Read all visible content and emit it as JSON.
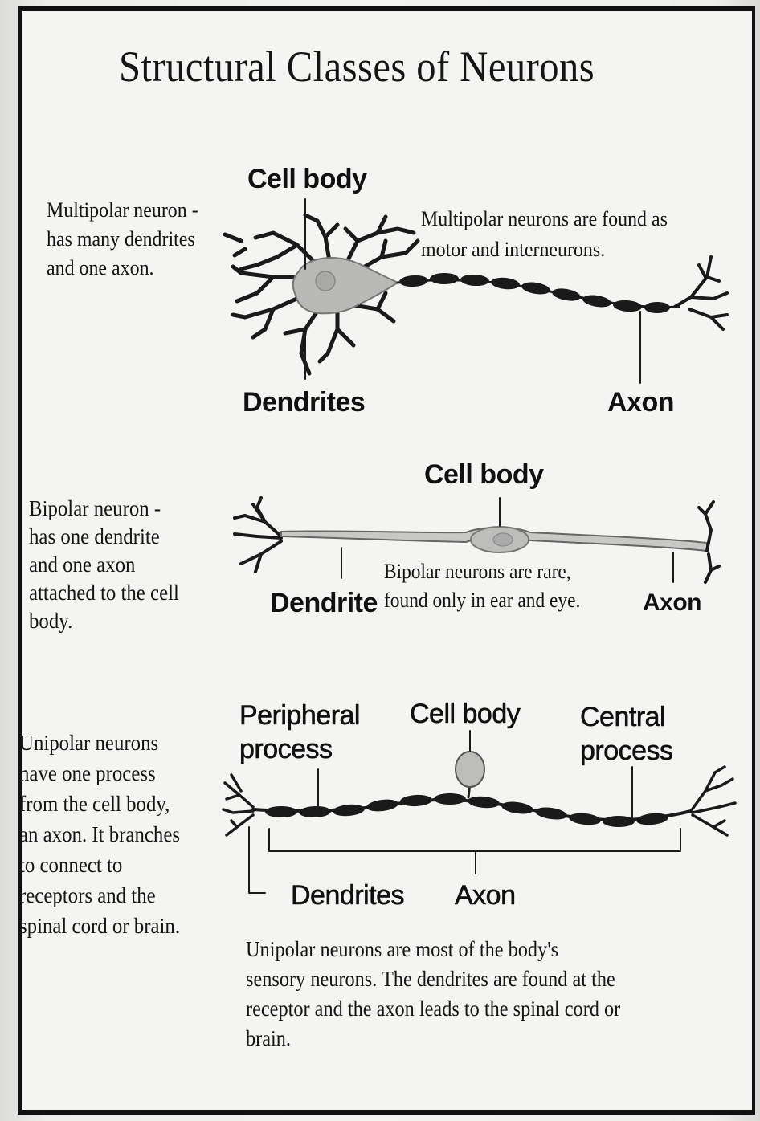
{
  "title": "Structural Classes of Neurons",
  "multipolar": {
    "description": "Multipolar neuron -\nhas many dendrites\nand one axon.",
    "note": "Multipolar neurons are found as\nmotor and interneurons.",
    "labels": {
      "cell_body": "Cell body",
      "dendrites": "Dendrites",
      "axon": "Axon"
    }
  },
  "bipolar": {
    "description": "Bipolar neuron -\nhas one dendrite\nand one axon\nattached to the cell\nbody.",
    "note": "Bipolar neurons are rare,\nfound only in ear and eye.",
    "labels": {
      "cell_body": "Cell body",
      "dendrite": "Dendrite",
      "axon": "Axon"
    }
  },
  "unipolar": {
    "description": "Unipolar neurons\nhave one process\nfrom the cell body,\nan axon.  It branches\nto connect to\nreceptors and the\nspinal cord or brain.",
    "note": "Unipolar neurons are most of the body's\nsensory neurons.  The dendrites are found at the\nreceptor and the axon leads to the spinal cord or\nbrain.",
    "labels": {
      "peripheral_process": "Peripheral\nprocess",
      "cell_body": "Cell body",
      "central_process": "Central\nprocess",
      "dendrites": "Dendrites",
      "axon": "Axon"
    }
  }
}
